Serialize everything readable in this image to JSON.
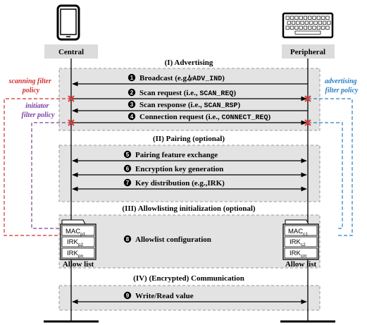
{
  "nodes": {
    "central": "Central",
    "peripheral": "Peripheral"
  },
  "sections": {
    "advertising": "(I) Advertising",
    "pairing": "(II) Pairing (optional)",
    "allowlisting": "(III) Allowlisting initialization (optional)",
    "communication": "(IV) (Encrypted) Communication"
  },
  "messages": [
    {
      "num": "1",
      "label": "Broadcast (e.g., ",
      "code": "ADV_IND",
      "tail": ")"
    },
    {
      "num": "2",
      "label": "Scan request (i.e., ",
      "code": "SCAN_REQ",
      "tail": ")"
    },
    {
      "num": "3",
      "label": "Scan response (i.e., ",
      "code": "SCAN_RSP",
      "tail": ")"
    },
    {
      "num": "4",
      "label": "Connection request (i.e., ",
      "code": "CONNECT_REQ",
      "tail": ")"
    },
    {
      "num": "5",
      "label": "Pairing feature exchange"
    },
    {
      "num": "6",
      "label": "Encryption key generation"
    },
    {
      "num": "7",
      "label": "Key distribution (e.g.,IRK)"
    },
    {
      "num": "8",
      "label": "Allowlist configuration"
    },
    {
      "num": "9",
      "label": "Write/Read value"
    }
  ],
  "policies": {
    "scanning": [
      "scanning filter",
      "policy"
    ],
    "initiator": [
      "initiator",
      "filter policy"
    ],
    "advertising": [
      "advertising",
      "filter policy"
    ]
  },
  "allowlist": {
    "label": "Allow list",
    "central": [
      {
        "main": "MAC",
        "sub": "p1"
      },
      {
        "main": "IRK",
        "sub": "p2"
      },
      {
        "main": "IRK",
        "sub": "pn"
      }
    ],
    "peripheral": [
      {
        "main": "MAC",
        "sub": "c1"
      },
      {
        "main": "IRK",
        "sub": "c2"
      },
      {
        "main": "IRK",
        "sub": "cm"
      }
    ]
  },
  "colors": {
    "scanning": "#d32f2f",
    "initiator": "#7b3fa0",
    "advertising": "#2a7fc1",
    "x_mark": "#e53935",
    "shade": "#e3e3e3"
  }
}
